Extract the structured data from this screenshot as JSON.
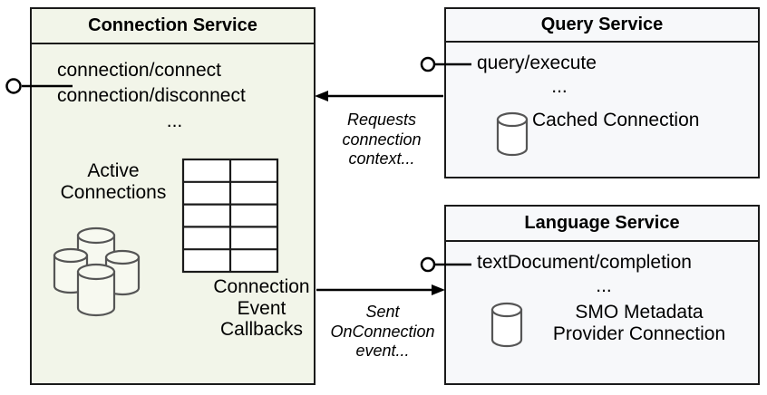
{
  "diagram": {
    "title": "Connection Service interaction diagram",
    "colors": {
      "connection_service_fill": "#f2f5e9",
      "other_service_fill": "#f7f8fa",
      "border": "#1a1a1a",
      "cylinder_stroke": "#555555",
      "cylinder_fill": "#ffffff"
    }
  },
  "components": {
    "connection_service": {
      "title": "Connection Service",
      "api": [
        "connection/connect",
        "connection/disconnect"
      ],
      "api_more": "...",
      "artifacts": {
        "active_connections_label": "Active\nConnections",
        "callbacks_label": "Connection\nEvent\nCallbacks",
        "cylinder_count": 4,
        "table_rows": 5,
        "table_cols": 2
      },
      "interface_port": "provided-interface"
    },
    "query_service": {
      "title": "Query Service",
      "api": [
        "query/execute"
      ],
      "api_more": "...",
      "artifacts": {
        "cached_connection_label": "Cached Connection",
        "cylinder_count": 1
      },
      "interface_port": "provided-interface"
    },
    "language_service": {
      "title": "Language Service",
      "api": [
        "textDocument/completion"
      ],
      "api_more": "...",
      "artifacts": {
        "smo_connection_label": "SMO Metadata\nProvider Connection",
        "cylinder_count": 1
      },
      "interface_port": "provided-interface"
    }
  },
  "connections": [
    {
      "id": "query-to-connection",
      "from": "query_service",
      "to": "connection_service",
      "direction": "left",
      "label": "Requests\nconnection\ncontext..."
    },
    {
      "id": "connection-to-language",
      "from": "connection_service",
      "to": "language_service",
      "direction": "right",
      "label": "Sent\nOnConnection\nevent..."
    }
  ]
}
